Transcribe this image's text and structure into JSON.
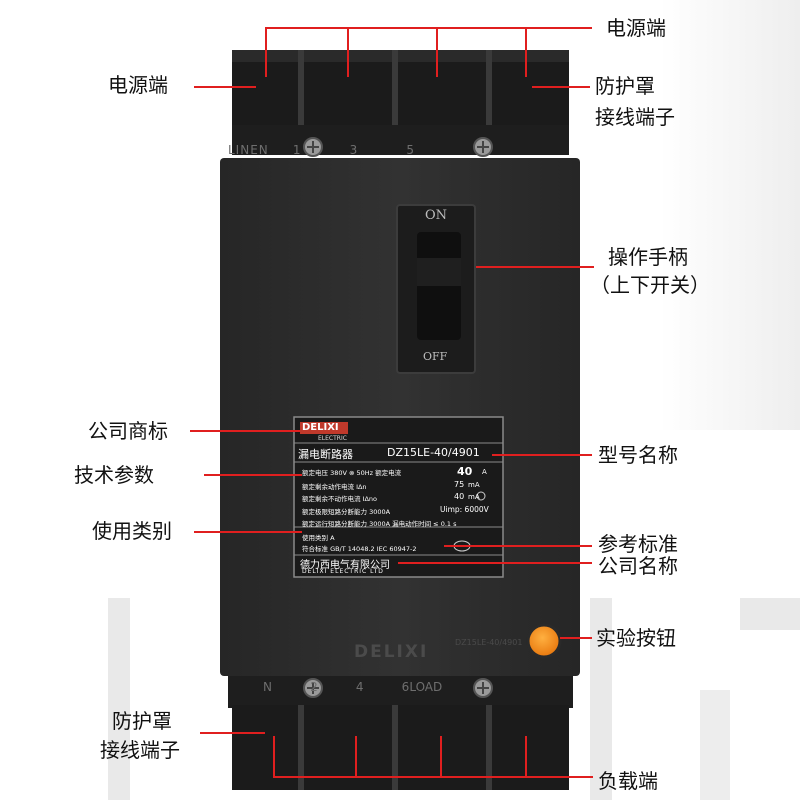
{
  "labels": {
    "top_right_power": "电源端",
    "left_power": "电源端",
    "guard_line1": "防护罩",
    "guard_line2": "接线端子",
    "handle_line1": "操作手柄",
    "handle_line2": "（上下开关）",
    "company_logo": "公司商标",
    "tech_params": "技术参数",
    "use_category": "使用类别",
    "model_name": "型号名称",
    "reference_std": "参考标准",
    "company_name": "公司名称",
    "test_button": "实验按钮",
    "bottom_guard_line1": "防护罩",
    "bottom_guard_line2": "接线端子",
    "load_end": "负载端"
  },
  "device": {
    "top_terminals": "LINEN     1          3          5",
    "switch_on": "ON",
    "switch_off": "OFF",
    "brand_bottom": "DELIXI",
    "bottom_terminals": "N          2          4          6LOAD",
    "serial_small": "DZ15LE-40/4901"
  },
  "plate": {
    "logo": "DELIXI",
    "logo_sub": "ELECTRIC",
    "product": "漏电断路器",
    "model": "DZ15LE-40/4901",
    "row1": "额定电压 380V ⊗ 50Hz  额定电流",
    "row1_value": "40",
    "row1_unit": "A",
    "row2": "额定剩余动作电流  IΔn",
    "row2_value": "75",
    "row2_unit": "mA",
    "row3": "额定剩余不动作电流  IΔno",
    "row3_value": "40",
    "row3_unit": "mA",
    "row4": "额定极限短路分断能力 3000A",
    "row4_value": "Uimp: 6000V",
    "row5": "额定运行短路分断能力 3000A  漏电动作时间  ≤ 0.1 s",
    "row6": "使用类别 A",
    "row7": "符合标准 GB/T 14048.2  IEC 60947-2",
    "company_cn": "德力西电气有限公司",
    "company_en": "DELIXI ELECTRIC LTD"
  },
  "colors": {
    "callout_line": "#e01f1f",
    "body": "#2e2e2e",
    "test_button": "#f08a1c"
  }
}
